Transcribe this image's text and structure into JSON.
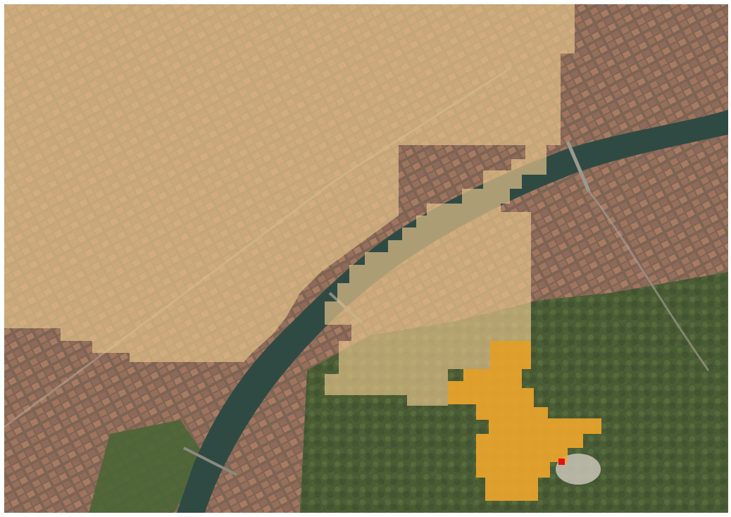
{
  "map": {
    "basemap": "aerial-satellite-imagery",
    "colors": {
      "river": "#2f4a43",
      "urban_fabric": "#8a6a56",
      "vegetation": "#3d5a2e",
      "overlay_light": "#e7c58c",
      "overlay_strong": "#f2a92b",
      "marker": "#e31212"
    },
    "overlays": [
      {
        "name": "light-overlay-region",
        "opacity": 0.68
      },
      {
        "name": "strong-overlay-region",
        "opacity": 0.88
      }
    ],
    "marker": {
      "name": "selected-location-marker"
    }
  }
}
